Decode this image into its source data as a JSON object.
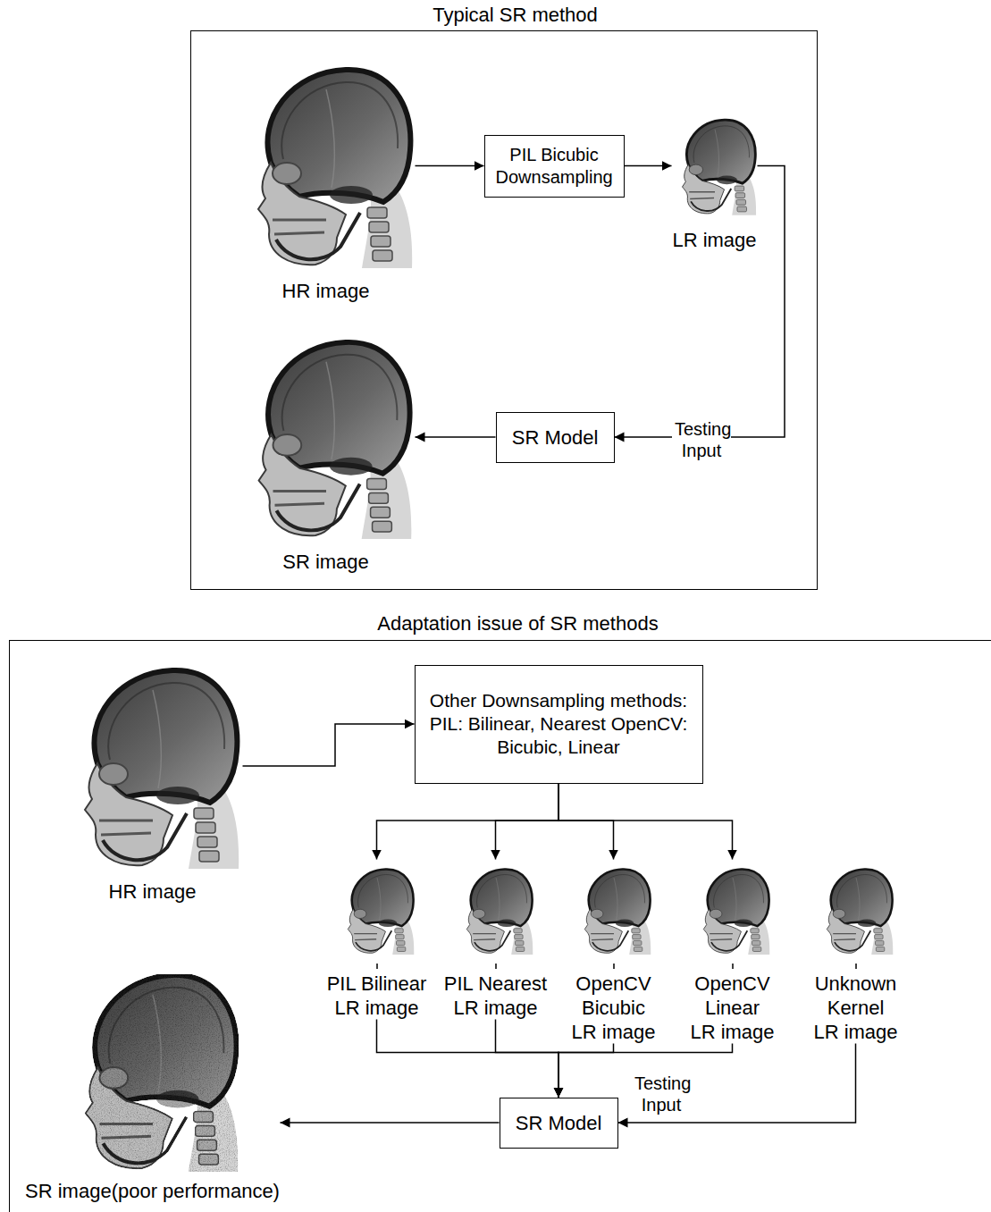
{
  "diagram": {
    "nodes": [
      {
        "text": [
          "Typical SR method"
        ]
      },
      {
        "text": [
          "HR image"
        ],
        "in": 0
      },
      {
        "text": [
          "PIL Bicubic Downsampling"
        ],
        "in": 0
      },
      {
        "text": [
          "LR image"
        ],
        "in": 0
      },
      {
        "text": [
          "SR Model"
        ],
        "in": 0
      },
      {
        "text": [
          "SR image"
        ],
        "in": 0
      },
      {
        "text": [
          "Adaptation issue of SR methods"
        ]
      },
      {
        "text": [
          "HR image"
        ],
        "in": 6
      },
      {
        "text": [
          "Other Downsampling methods: PIL: Bilinear, Nearest OpenCV: Bicubic, Linear"
        ],
        "in": 6
      },
      {
        "text": [
          "PIL Bilinear LR image"
        ],
        "in": 6
      },
      {
        "text": [
          "PIL Nearest LR image"
        ],
        "in": 6
      },
      {
        "text": [
          "OpenCV Bicubic LR image"
        ],
        "in": 6
      },
      {
        "text": [
          "OpenCV Linear LR image"
        ],
        "in": 6
      },
      {
        "text": [
          "Unknown Kernel LR image"
        ],
        "in": 6
      },
      {
        "text": [
          "SR Model"
        ],
        "in": 6
      },
      {
        "text": [
          "SR image(poor performance)"
        ],
        "in": 6
      }
    ],
    "edges": [
      {
        "from": 1,
        "to": 2,
        "arrow": "to"
      },
      {
        "from": 2,
        "to": 3,
        "arrow": "to"
      },
      {
        "from": 3,
        "to": 4,
        "label": "Testing Input",
        "arrow": "to"
      },
      {
        "from": 4,
        "to": 5,
        "arrow": "to"
      },
      {
        "from": 7,
        "to": 8,
        "arrow": "to"
      },
      {
        "from": 8,
        "to": 9,
        "arrow": "to"
      },
      {
        "from": 8,
        "to": 10,
        "arrow": "to"
      },
      {
        "from": 8,
        "to": 11,
        "arrow": "to"
      },
      {
        "from": 8,
        "to": 12,
        "arrow": "to"
      },
      {
        "from": 9,
        "to": 14,
        "arrow": "to"
      },
      {
        "from": 10,
        "to": 14,
        "arrow": "to"
      },
      {
        "from": 11,
        "to": 14,
        "arrow": "to"
      },
      {
        "from": 12,
        "to": 14,
        "arrow": "to"
      },
      {
        "from": 13,
        "to": 14,
        "label": "Testing Input",
        "arrow": "to"
      },
      {
        "from": 14,
        "to": 15,
        "arrow": "to"
      }
    ]
  }
}
